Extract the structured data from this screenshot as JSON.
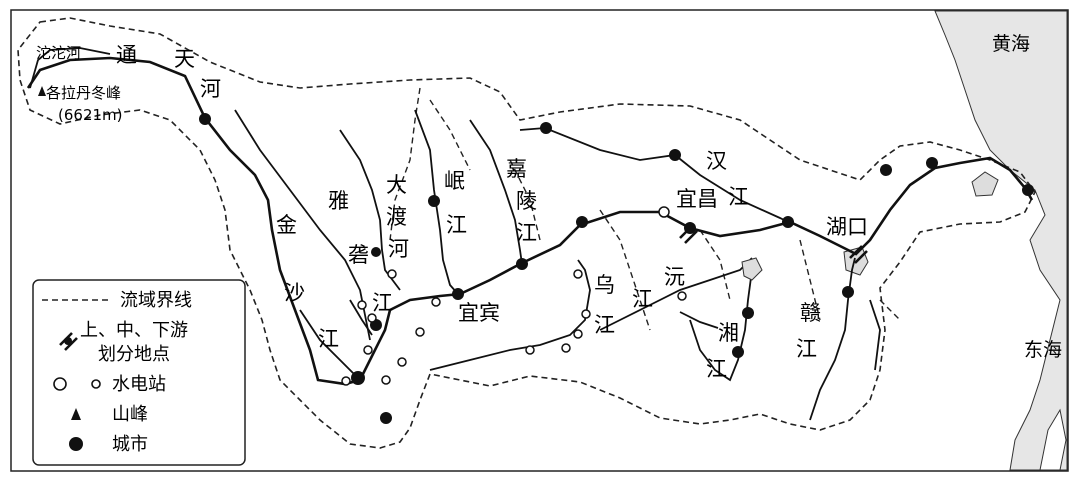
{
  "labels": {
    "tuotuo": "沱沱河",
    "tong": "通",
    "tian": "天",
    "he_tongtian": "河",
    "geladandong": "各拉丹冬峰",
    "elevation": "(6621m)",
    "jin": "金",
    "sha": "沙",
    "jiang_jinsha": "江",
    "ya": "雅",
    "long": "砻",
    "jiang_yalong": "江",
    "da": "大",
    "du": "渡",
    "he_dadu": "河",
    "min": "岷",
    "jiang_min": "江",
    "jia": "嘉",
    "ling": "陵",
    "jiang_jialing": "江",
    "yibin": "宜宾",
    "wu": "乌",
    "jiang_wu": "江",
    "yichang": "宜昌",
    "han": "汉",
    "jiang_han": "江",
    "yuan": "沅",
    "jiang_yuan": "江",
    "xiang": "湘",
    "jiang_xiang": "江",
    "gan": "赣",
    "jiang_gan": "江",
    "hukou": "湖口",
    "huanghai": "黄海",
    "donghai": "东海"
  },
  "legend": {
    "basin_boundary": "流域界线",
    "division_line1": "上、中、下游",
    "division_line2": "划分地点",
    "hydropower": "水电站",
    "peak": "山峰",
    "city": "城市"
  },
  "colors": {
    "sea": "#e6e6e6",
    "ink": "#111111",
    "background": "#ffffff"
  },
  "icons": [
    "hydropower-station-icon",
    "mountain-peak-icon",
    "city-dot-icon",
    "division-point-icon"
  ]
}
